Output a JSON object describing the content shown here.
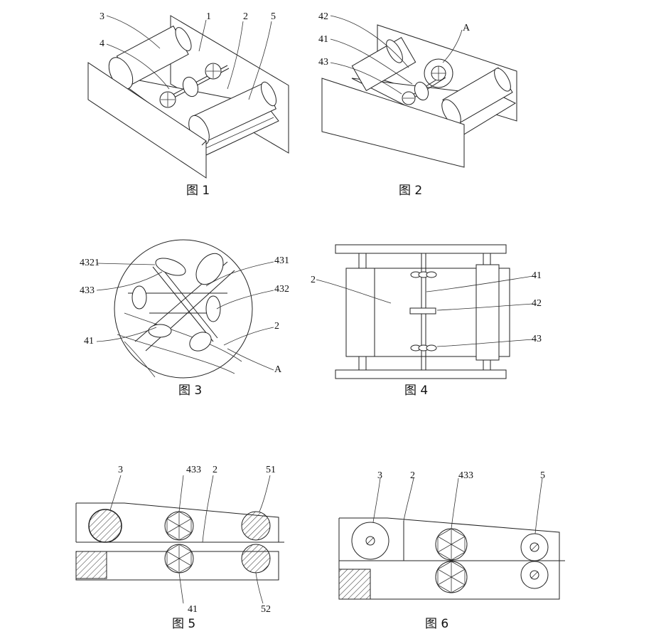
{
  "figures": [
    {
      "caption": "图 1",
      "labels": [
        "3",
        "1",
        "2",
        "5",
        "4"
      ]
    },
    {
      "caption": "图 2",
      "labels": [
        "42",
        "A",
        "41",
        "43"
      ]
    },
    {
      "caption": "图 3",
      "labels": [
        "4321",
        "431",
        "433",
        "432",
        "41",
        "2",
        "A"
      ]
    },
    {
      "caption": "图 4",
      "labels": [
        "2",
        "41",
        "42",
        "43"
      ]
    },
    {
      "caption": "图 5",
      "labels": [
        "3",
        "433",
        "2",
        "51",
        "41",
        "52"
      ]
    },
    {
      "caption": "图 6",
      "labels": [
        "3",
        "2",
        "433",
        "5"
      ]
    }
  ]
}
